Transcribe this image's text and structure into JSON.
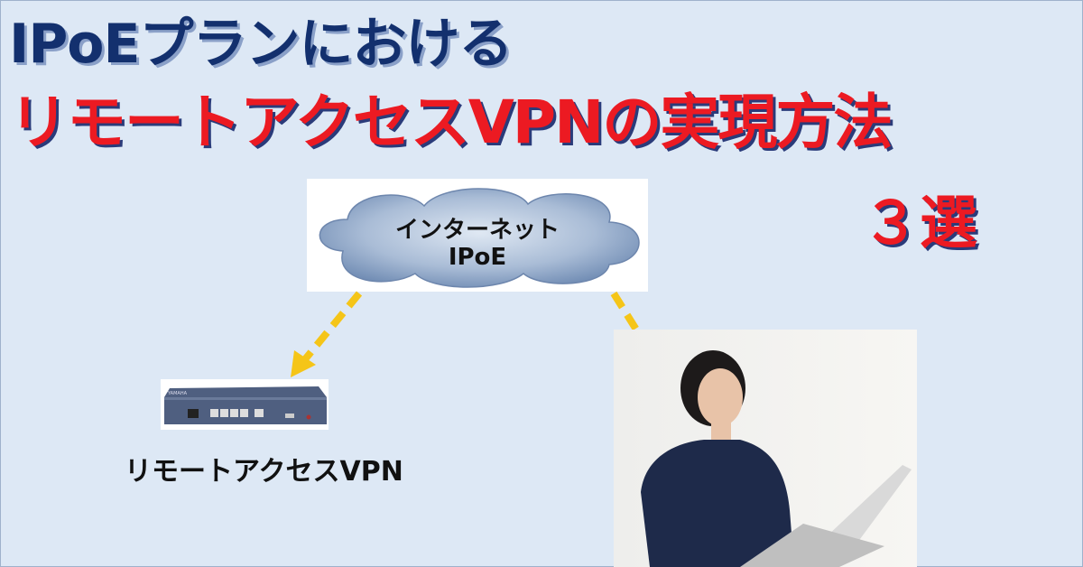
{
  "title": {
    "line1": "IPoEプランにおける",
    "line2": "リモートアクセスVPNの実現方法",
    "line3": "３選"
  },
  "diagram": {
    "cloud_label_1": "インターネット",
    "cloud_label_2": "IPoE",
    "router_label": "リモートアクセスVPN",
    "router_brand": "YAMAHA"
  },
  "colors": {
    "background": "#dde8f5",
    "title_navy": "#13306e",
    "title_red": "#ec1a22",
    "arrow": "#f5c518"
  }
}
